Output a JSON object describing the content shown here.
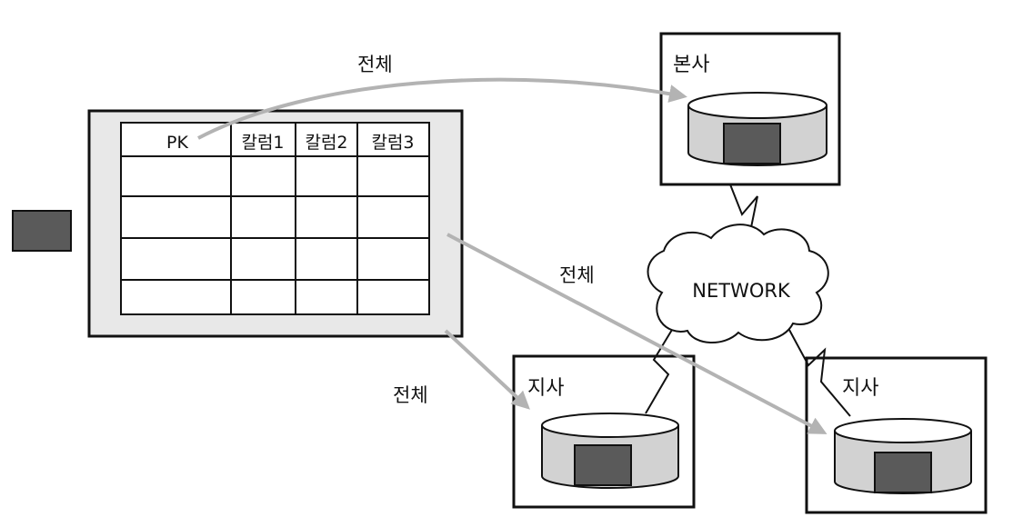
{
  "table": {
    "headers": [
      "PK",
      "칼럼1",
      "칼럼2",
      "칼럼3"
    ],
    "rows": 4
  },
  "sites": {
    "hq_label": "본사",
    "branch1_label": "지사",
    "branch2_label": "지사"
  },
  "network": {
    "label": "NETWORK"
  },
  "arrows": {
    "to_hq": "전체",
    "to_branch2": "전체",
    "to_branch1": "전체"
  },
  "colors": {
    "arrow": "#b3b3b3",
    "panel": "#e8e8e8",
    "cylinder": "#d2d2d2",
    "block": "#5a5a5a",
    "line": "#1a1a1a"
  }
}
